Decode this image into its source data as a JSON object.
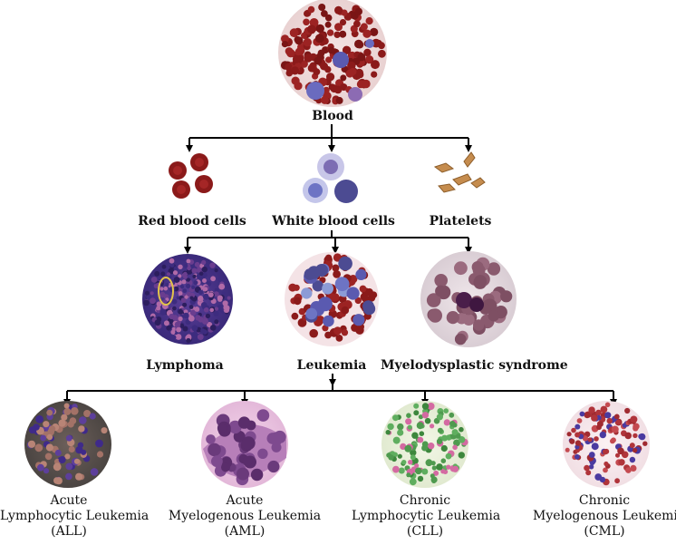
{
  "root": {
    "label": "Blood"
  },
  "components": [
    {
      "key": "rbc",
      "label": "Red blood cells"
    },
    {
      "key": "wbc",
      "label": "White blood cells"
    },
    {
      "key": "platelets",
      "label": "Platelets"
    }
  ],
  "disorders": [
    {
      "key": "lymphoma",
      "label": "Lymphoma"
    },
    {
      "key": "leukemia",
      "label": "Leukemia"
    },
    {
      "key": "mds",
      "label": "Myelodysplastic syndrome"
    }
  ],
  "leukemia_types": [
    {
      "key": "all",
      "line1": "Acute",
      "line2": "Lymphocytic Leukemia",
      "line3": "(ALL)"
    },
    {
      "key": "aml",
      "line1": "Acute",
      "line2": "Myelogenous Leukemia",
      "line3": "(AML)"
    },
    {
      "key": "cll",
      "line1": "Chronic",
      "line2": "Lymphocytic Leukemia",
      "line3": "(CLL)"
    },
    {
      "key": "cml",
      "line1": "Chronic",
      "line2": "Myelogenous Leukemia",
      "line3": "(CML)"
    }
  ],
  "colors": {
    "line": "#000000",
    "rbc": "#8b1a1a",
    "wbc": "#7d7fc4",
    "platelet": "#c58c4e"
  }
}
